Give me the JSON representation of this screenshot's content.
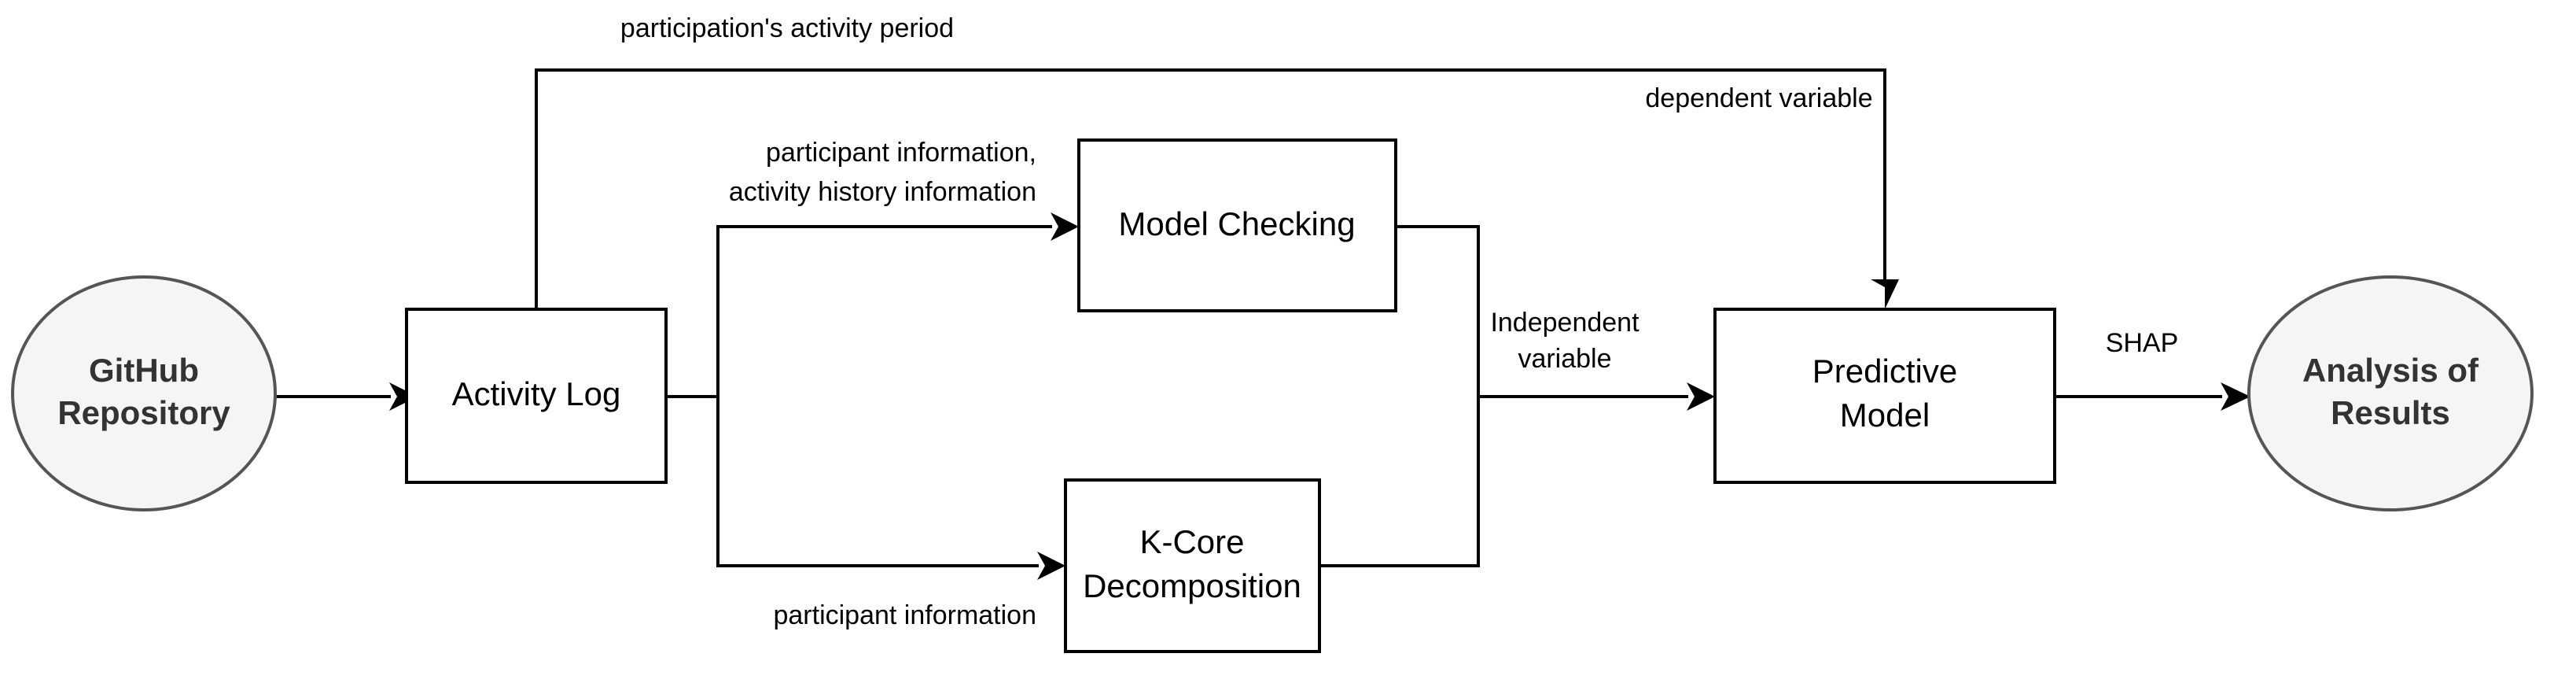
{
  "diagram": {
    "title": "Research methodology flow diagram",
    "background_color": "#ffffff",
    "line_color": "#000000",
    "node_fill_rect": "#ffffff",
    "node_fill_ellipse": "#f5f5f5",
    "ellipse_stroke": "#555555",
    "text_color": "#000000",
    "nodes": [
      {
        "id": "github-repository",
        "shape": "ellipse",
        "label_line1": "GitHub",
        "label_line2": "Repository"
      },
      {
        "id": "activity-log",
        "shape": "rect",
        "label_line1": "Activity Log",
        "label_line2": ""
      },
      {
        "id": "model-checking",
        "shape": "rect",
        "label_line1": "Model Checking",
        "label_line2": ""
      },
      {
        "id": "k-core-decomposition",
        "shape": "rect",
        "label_line1": "K-Core",
        "label_line2": "Decomposition"
      },
      {
        "id": "predictive-model",
        "shape": "rect",
        "label_line1": "Predictive",
        "label_line2": "Model"
      },
      {
        "id": "analysis-of-results",
        "shape": "ellipse",
        "label_line1": "Analysis of",
        "label_line2": "Results"
      }
    ],
    "edges": [
      {
        "id": "repo-to-log",
        "from": "github-repository",
        "to": "activity-log",
        "label_line1": "",
        "label_line2": ""
      },
      {
        "id": "log-to-predictive-top",
        "from": "activity-log",
        "to": "predictive-model",
        "label_line1": "participation's activity period",
        "label_line2": ""
      },
      {
        "id": "log-to-model-checking",
        "from": "activity-log",
        "to": "model-checking",
        "label_line1": "participant information,",
        "label_line2": "activity history information"
      },
      {
        "id": "log-to-kcore",
        "from": "activity-log",
        "to": "k-core-decomposition",
        "label_line1": "participant information",
        "label_line2": ""
      },
      {
        "id": "merge-to-predictive",
        "from": "model-checking",
        "to": "predictive-model",
        "label_line1": "Independent",
        "label_line2": "variable"
      },
      {
        "id": "predictive-to-analysis",
        "from": "predictive-model",
        "to": "analysis-of-results",
        "label_line1": "SHAP",
        "label_line2": ""
      }
    ],
    "edge_labels": {
      "participation_activity_period": "participation's activity period",
      "dependent_variable": "dependent variable",
      "participant_information_comma": "participant information,",
      "activity_history_information": "activity history information",
      "participant_information": "participant information",
      "independent": "Independent",
      "variable": "variable",
      "shap": "SHAP"
    },
    "node_labels": {
      "github": "GitHub",
      "repository": "Repository",
      "activity_log": "Activity Log",
      "model_checking": "Model Checking",
      "k_core": "K-Core",
      "decomposition": "Decomposition",
      "predictive": "Predictive",
      "model": "Model",
      "analysis_of": "Analysis of",
      "results": "Results"
    }
  }
}
